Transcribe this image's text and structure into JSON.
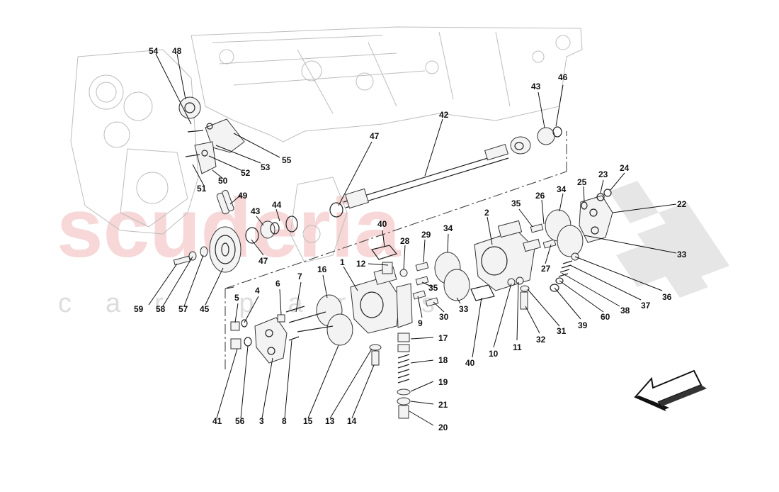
{
  "watermark": {
    "main": "scuderia",
    "sub": "car parts",
    "brand_color": "#e8a0a0"
  },
  "callouts": [
    {
      "id": "54",
      "label": "54"
    },
    {
      "id": "48",
      "label": "48"
    },
    {
      "id": "55",
      "label": "55"
    },
    {
      "id": "53",
      "label": "53"
    },
    {
      "id": "52",
      "label": "52"
    },
    {
      "id": "50",
      "label": "50"
    },
    {
      "id": "51",
      "label": "51"
    },
    {
      "id": "49",
      "label": "49"
    },
    {
      "id": "43a",
      "label": "43"
    },
    {
      "id": "44",
      "label": "44"
    },
    {
      "id": "47a",
      "label": "47"
    },
    {
      "id": "47b",
      "label": "47"
    },
    {
      "id": "42",
      "label": "42"
    },
    {
      "id": "43b",
      "label": "43"
    },
    {
      "id": "46",
      "label": "46"
    },
    {
      "id": "40a",
      "label": "40"
    },
    {
      "id": "28",
      "label": "28"
    },
    {
      "id": "29",
      "label": "29"
    },
    {
      "id": "34a",
      "label": "34"
    },
    {
      "id": "2",
      "label": "2"
    },
    {
      "id": "35a",
      "label": "35"
    },
    {
      "id": "26",
      "label": "26"
    },
    {
      "id": "34b",
      "label": "34"
    },
    {
      "id": "25",
      "label": "25"
    },
    {
      "id": "23",
      "label": "23"
    },
    {
      "id": "24",
      "label": "24"
    },
    {
      "id": "22",
      "label": "22"
    },
    {
      "id": "33a",
      "label": "33"
    },
    {
      "id": "27",
      "label": "27"
    },
    {
      "id": "36",
      "label": "36"
    },
    {
      "id": "37",
      "label": "37"
    },
    {
      "id": "38",
      "label": "38"
    },
    {
      "id": "60",
      "label": "60"
    },
    {
      "id": "39",
      "label": "39"
    },
    {
      "id": "31",
      "label": "31"
    },
    {
      "id": "32",
      "label": "32"
    },
    {
      "id": "11",
      "label": "11"
    },
    {
      "id": "10",
      "label": "10"
    },
    {
      "id": "40b",
      "label": "40"
    },
    {
      "id": "33b",
      "label": "33"
    },
    {
      "id": "30",
      "label": "30"
    },
    {
      "id": "35b",
      "label": "35"
    },
    {
      "id": "9",
      "label": "9"
    },
    {
      "id": "12",
      "label": "12"
    },
    {
      "id": "1",
      "label": "1"
    },
    {
      "id": "16",
      "label": "16"
    },
    {
      "id": "7",
      "label": "7"
    },
    {
      "id": "6",
      "label": "6"
    },
    {
      "id": "4",
      "label": "4"
    },
    {
      "id": "5",
      "label": "5"
    },
    {
      "id": "59",
      "label": "59"
    },
    {
      "id": "58",
      "label": "58"
    },
    {
      "id": "57",
      "label": "57"
    },
    {
      "id": "45",
      "label": "45"
    },
    {
      "id": "17",
      "label": "17"
    },
    {
      "id": "18",
      "label": "18"
    },
    {
      "id": "19",
      "label": "19"
    },
    {
      "id": "21",
      "label": "21"
    },
    {
      "id": "20",
      "label": "20"
    },
    {
      "id": "41",
      "label": "41"
    },
    {
      "id": "56",
      "label": "56"
    },
    {
      "id": "3",
      "label": "3"
    },
    {
      "id": "8",
      "label": "8"
    },
    {
      "id": "15",
      "label": "15"
    },
    {
      "id": "13",
      "label": "13"
    },
    {
      "id": "14",
      "label": "14"
    }
  ],
  "direction_arrow": {
    "icon": "direction-arrow-icon"
  }
}
